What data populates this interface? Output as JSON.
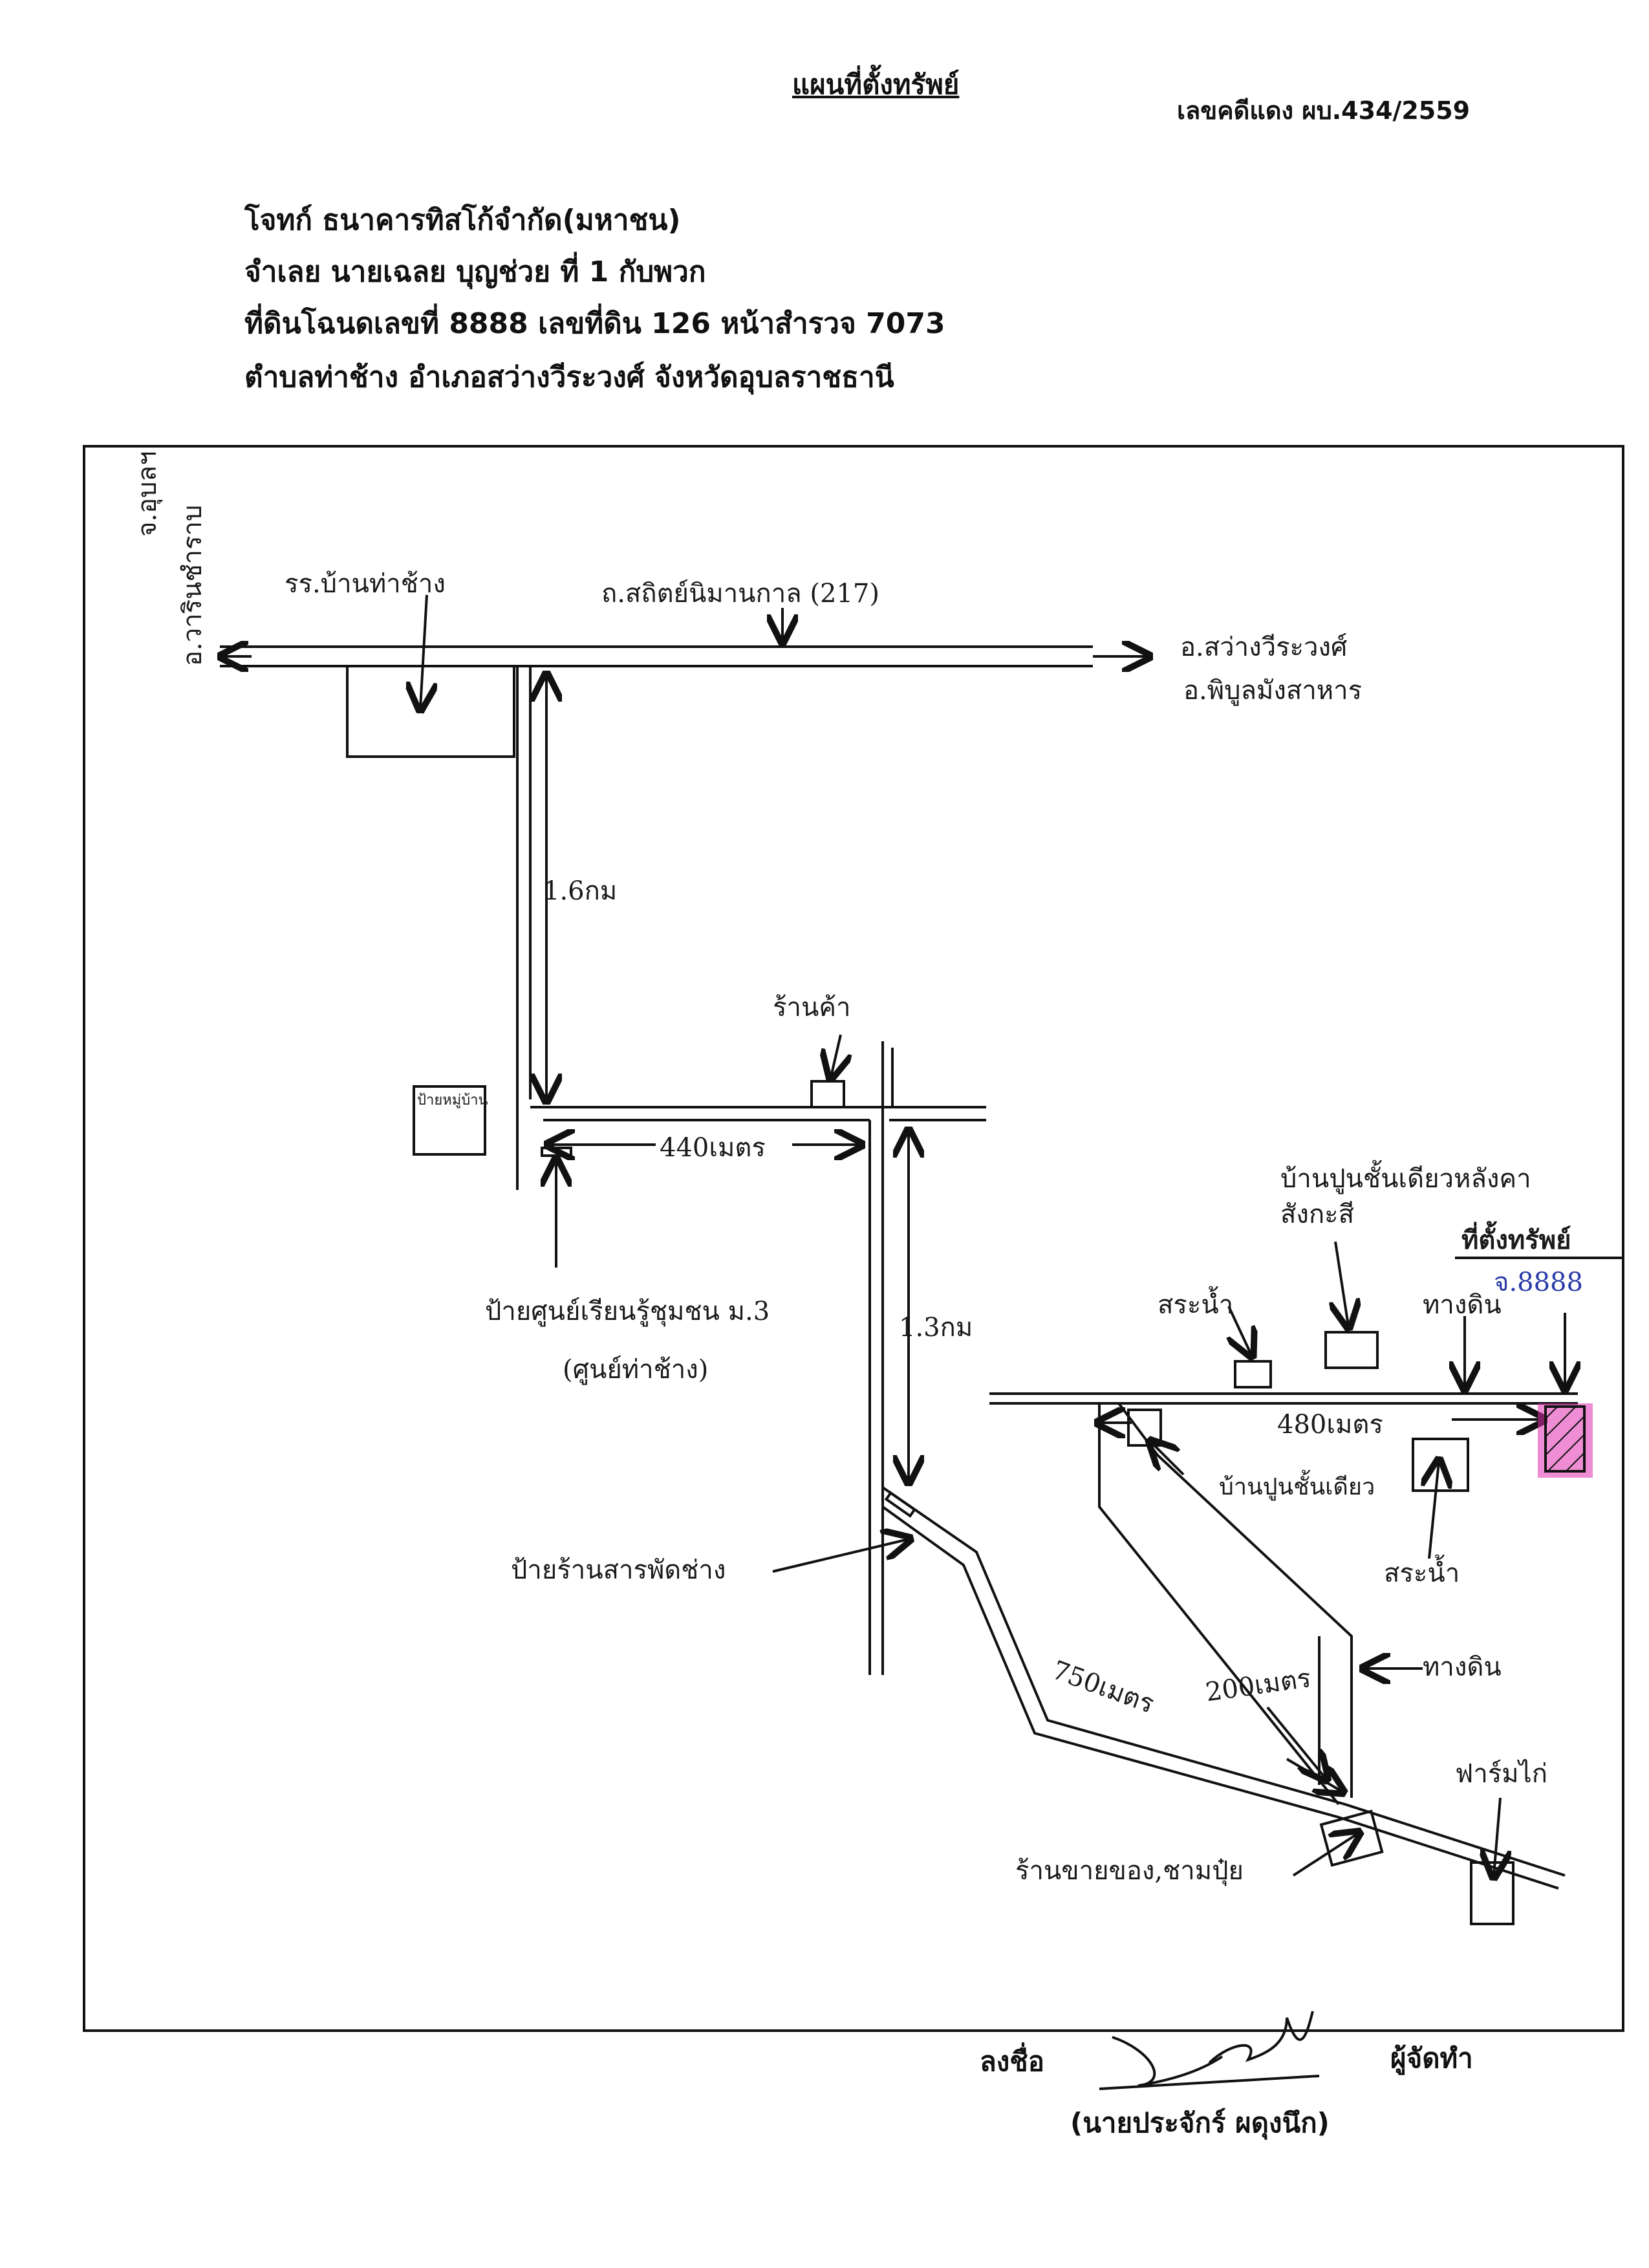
{
  "header": {
    "title": "แผนที่ตั้งทรัพย์",
    "case_no": "เลขคดีแดง ผบ.434/2559",
    "line1": "โจทก์ ธนาคารทิสโก้จำกัด(มหาชน)",
    "line2": "จำเลย นายเฉลย บุญช่วย ที่ 1 กับพวก",
    "line3": "ที่ดินโฉนดเลขที่ 8888 เลขที่ดิน 126 หน้าสำรวจ 7073",
    "line4": "ตำบลท่าช้าง อำเภอสว่างวีระวงศ์ จังหวัดอุบลราชธานี"
  },
  "map": {
    "left_dest_1": "จ.อุบลฯ",
    "left_dest_2": "อ.วารินชำราบ",
    "school": "รร.บ้านท่าช้าง",
    "main_road": "ถ.สถิตย์นิมานกาล (217)",
    "right_dest_1": "อ.สว่างวีระวงศ์",
    "right_dest_2": "อ.พิบูลมังสาหาร",
    "dist_1": "1.6กม",
    "village_sign": "ป้ายหมู่บ้าน",
    "store": "ร้านค้า",
    "dist_2": "440เมตร",
    "learning_center_1": "ป้ายศูนย์เรียนรู้ชุมชน ม.3",
    "learning_center_2": "(ศูนย์ท่าช้าง)",
    "dist_3": "1.3กม",
    "house_label_1": "บ้านปูนชั้นเดียวหลังคา",
    "house_label_2": "สังกะสี",
    "property_label": "ที่ตั้งทรัพย์",
    "property_deed": "จ.8888",
    "pond_1": "สระน้ำ",
    "dirt_road_1": "ทางดิน",
    "dist_4": "480เมตร",
    "house_single": "บ้านปูนชั้นเดียว",
    "pond_2": "สระน้ำ",
    "shop_sign": "ป้ายร้านสารพัดช่าง",
    "dirt_road_2": "ทางดิน",
    "dist_5": "750เมตร",
    "dist_6": "200เมตร",
    "farm": "ฟาร์มไก่",
    "grocery": "ร้านขายของ,ชามปุ๋ย"
  },
  "signature": {
    "sign_label": "ลงชื่อ",
    "role": "ผู้จัดทำ",
    "name": "(นายประจักร์ ผดุงนึก)"
  },
  "colors": {
    "property_marker": "#e02fb0",
    "ink": "#111111",
    "blue_ink": "#2a3aa8"
  }
}
